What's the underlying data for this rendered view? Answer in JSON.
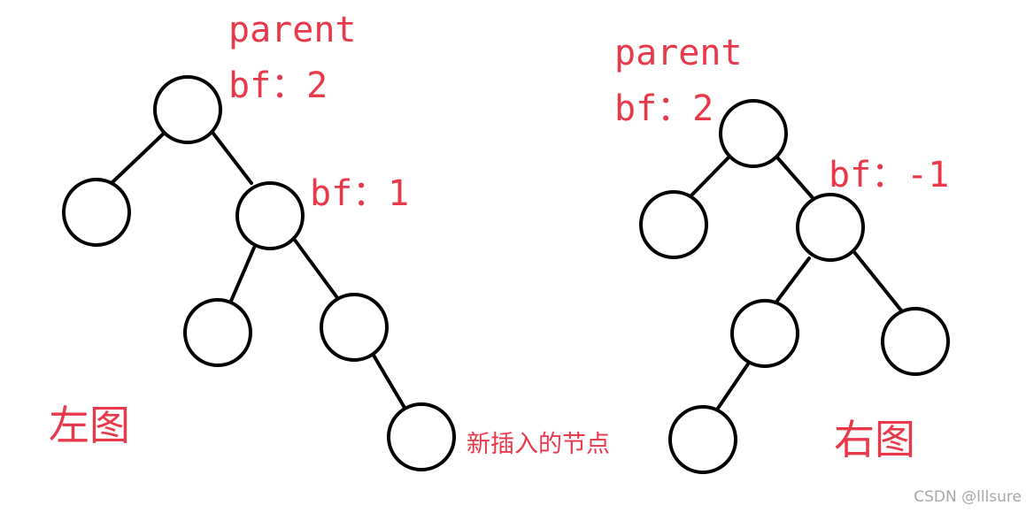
{
  "colors": {
    "annotation": "#e8394a",
    "line": "#000000",
    "node_fill": "#ffffff",
    "watermark": "#a6a6a6"
  },
  "left_tree": {
    "caption": "左图",
    "parent_label": "parent",
    "parent_bf": "bf：2",
    "child_bf": "bf：1"
  },
  "right_tree": {
    "caption": "右图",
    "parent_label": "parent",
    "parent_bf": "bf：2",
    "child_bf": "bf：-1"
  },
  "new_node_label": "新插入的节点",
  "watermark": "CSDN @lllsure"
}
